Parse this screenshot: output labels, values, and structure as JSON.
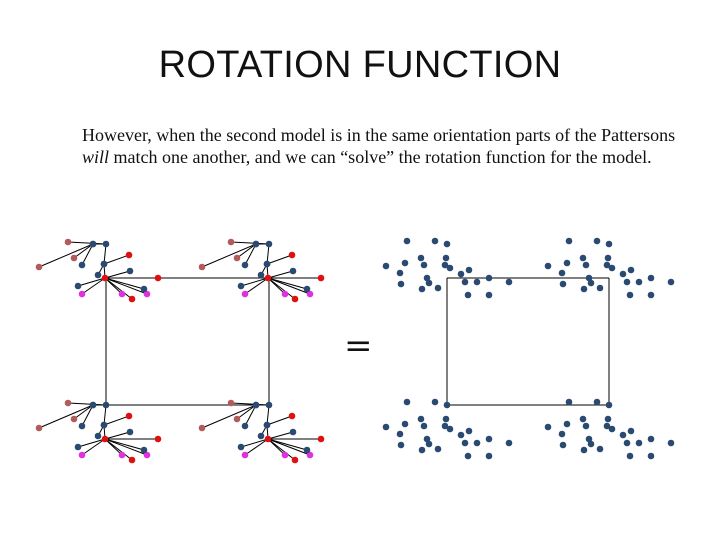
{
  "slide": {
    "title": "ROTATION FUNCTION",
    "text_before": "However, when the second model is in the same orientation parts of the Pattersons ",
    "text_emph": "will",
    "text_after": " match one another, and we can “solve” the rotation function for the model.",
    "equals": "="
  },
  "colors": {
    "navy": "#2b4a72",
    "rose": "#b35a5a",
    "red": "#e01010",
    "magenta": "#e030e0",
    "line": "#000000"
  }
}
